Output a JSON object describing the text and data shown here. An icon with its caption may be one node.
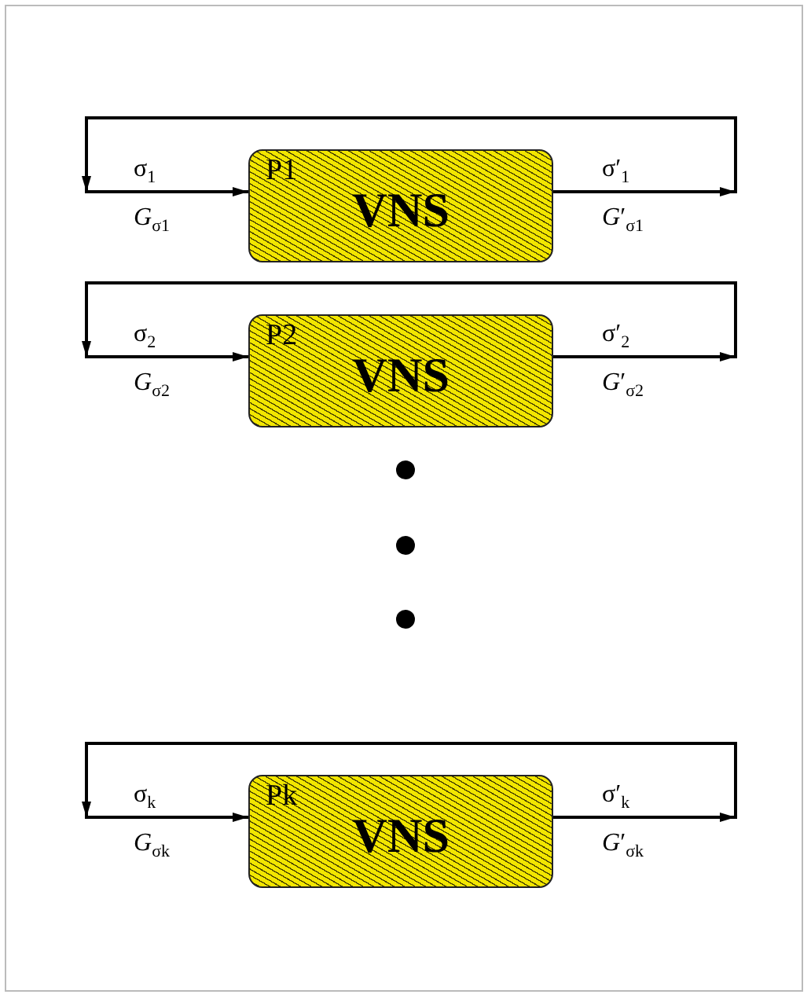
{
  "diagram": {
    "nodes": [
      {
        "text": [
          "P1",
          "VNS"
        ]
      },
      {
        "text": [
          "P2",
          "VNS"
        ]
      },
      {
        "text": [
          "Pk",
          "VNS"
        ]
      }
    ],
    "edges": [
      {
        "from": 0,
        "to": 0,
        "arrow": "to"
      },
      {
        "from": 1,
        "to": 1,
        "arrow": "to"
      },
      {
        "from": 2,
        "to": 2,
        "arrow": "to"
      }
    ],
    "labels": [
      "σ$_{1}$",
      "σ′$_{1}$",
      "*G*$_{σ1}$",
      "*G*′$_{σ1}$",
      "σ$_{2}$",
      "σ′$_{2}$",
      "*G*$_{σ2}$",
      "*G*′$_{σ2}$",
      "σ$_{k}$",
      "σ′$_{k}$",
      "*G*$_{σk}$",
      "*G*′$_{σk}$"
    ]
  }
}
